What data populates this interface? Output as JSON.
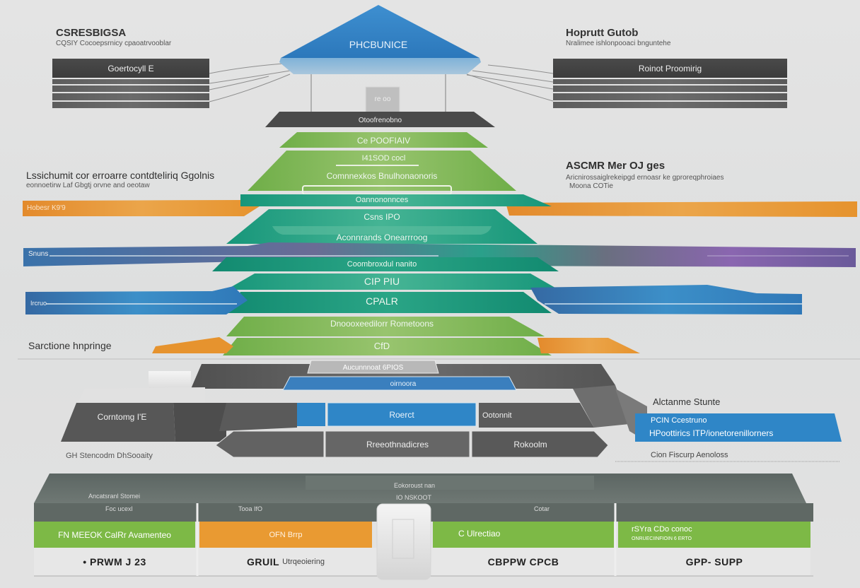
{
  "top_left": {
    "title": "CSRESBIGSA",
    "subtitle": "CQSIY Cocoepsrnicy cpaoatrvooblar",
    "stack_label": "Goertocyll E"
  },
  "top_right": {
    "title": "Hoprutt Gutob",
    "subtitle": "Nralimee ishlonpooaci bnguntehe",
    "stack_label": "Roinot Proomirig"
  },
  "roof": {
    "label": "PHCBUNICE",
    "box_label": "re oo",
    "base_label": "Otoofrenobno"
  },
  "mid_left": {
    "title": "Lssichumit cor erroarre contdteliriq Ggolnis",
    "subtitle": "eonnoetirw Laf Gbgtj orvne and oeotaw"
  },
  "mid_right": {
    "title": "ASCMR Mer OJ ges",
    "subtitle": "Aricnirossaiglrekeipgd ernoasr ke gproreqphroiaes",
    "subtitle2": "Moona COTie"
  },
  "layers": [
    {
      "label": "Ce POOFIAIV",
      "color": "#7cb85a"
    },
    {
      "label": "I41SOD cocl",
      "color": "#78b552"
    },
    {
      "label": "Comnnexkos Bnulhonaonoris",
      "color": "#7ab454"
    },
    {
      "label": "Oannononnces",
      "color": "#2aa88a"
    },
    {
      "label": "Csns IPO",
      "color": "#26a085"
    },
    {
      "label": "Aconnrands Onearrroog",
      "color": "#1f9a7c"
    },
    {
      "label": "Coombroxdul nanito",
      "color": "#1f987a"
    },
    {
      "label": "CIP PIU",
      "color": "#3aa98a"
    },
    {
      "label": "CPALR",
      "color": "#1b9476"
    },
    {
      "label": "Dnoooxeedilorr Rometoons",
      "color": "#7dbb5a"
    },
    {
      "label": "CfD",
      "color": "#73b34e"
    }
  ],
  "ribbons": [
    {
      "label": "Hobesr K9'9",
      "color": "#e6932e"
    },
    {
      "label": "Snuns",
      "color": "#3a78b0"
    },
    {
      "label": "Ircruo",
      "color": "#3577ad"
    }
  ],
  "section_label": "Sarctione hnpringe",
  "platform": {
    "top_label": "Aucunnnoat 6PIOS",
    "blue_label": "oirnoora",
    "left_block": "Corntomg I'E",
    "center_blue": "Roerct",
    "right_block": "Ootonnit",
    "bottom_center": "Rreeothnadicres",
    "bottom_right": "Rokoolm",
    "caption": "GH Stencodm DhSooaity"
  },
  "right_panel": {
    "title": "Alctanme Stunte",
    "line1": "PCIN Ccestruno",
    "line2": "HPoottirics ITP/ionetorenillorners",
    "footer": "Cion Fiscurp Aenoloss"
  },
  "base": {
    "header_left": "Ancatsranl Stomei",
    "header_mid1": "Eokoroust nan",
    "header_mid2": "IO NSKOOT",
    "columns": [
      {
        "header": "Foc ucexl",
        "band": "FN MEEOK CalRr Avamenteo",
        "band_color": "#7db946",
        "bottom": "• PRWM J 23",
        "bottom_extra": ""
      },
      {
        "header": "Tooa IfO",
        "band": "OFN Brrp",
        "band_color": "#e99a32",
        "bottom": "GRUIL",
        "bottom_extra": "Utrqeoiering"
      },
      {
        "header": "Cotar",
        "band": "C Ulrectiao",
        "band_color": "#7db946",
        "bottom": "CBPPW CPCB",
        "bottom_extra": ""
      },
      {
        "header": "",
        "band": "rSYra CDo conoc",
        "band_sub": "ONRUECIINFIOIN 6 ERTO",
        "band_color": "#7db946",
        "bottom": "GPP- SUPP",
        "bottom_extra": ""
      }
    ]
  }
}
